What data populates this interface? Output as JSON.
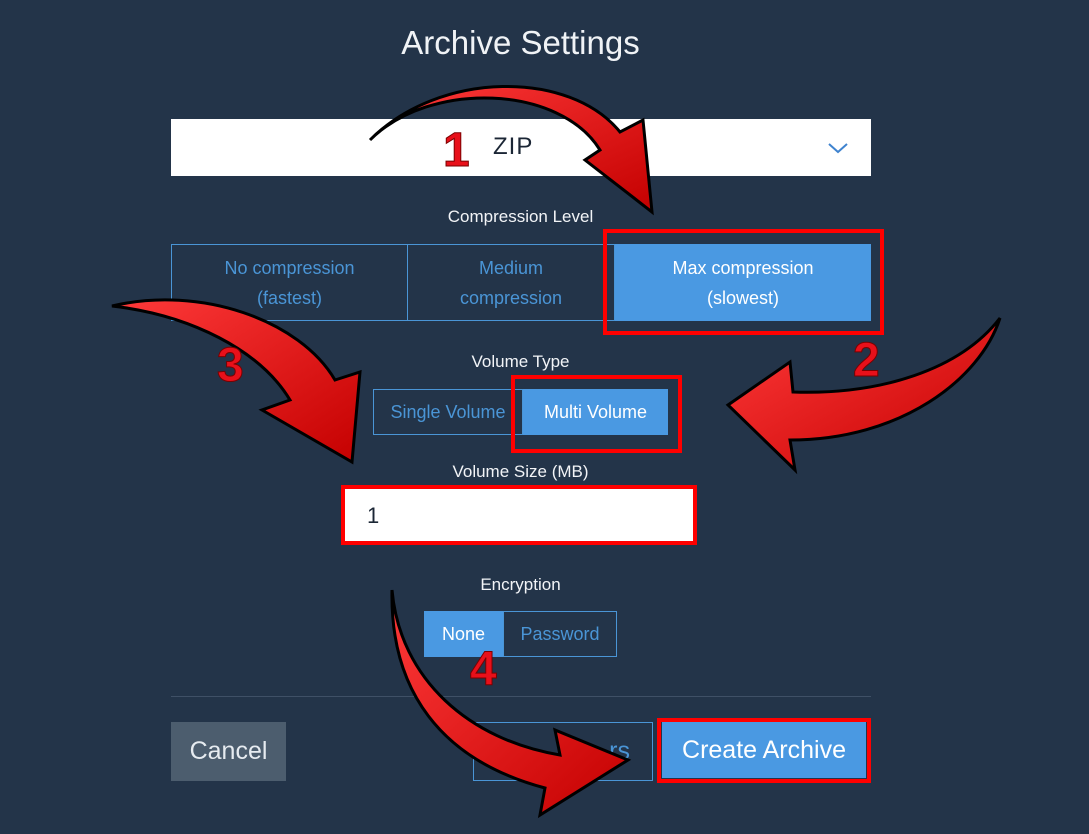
{
  "title": "Archive Settings",
  "format_select": {
    "value": "ZIP",
    "icon": "chevron-down-icon"
  },
  "compression": {
    "label": "Compression Level",
    "options": [
      {
        "line1": "No compression",
        "line2": "(fastest)",
        "active": false
      },
      {
        "line1": "Medium",
        "line2": "compression",
        "active": false
      },
      {
        "line1": "Max compression",
        "line2": "(slowest)",
        "active": true
      }
    ]
  },
  "volume_type": {
    "label": "Volume Type",
    "options": [
      {
        "label": "Single Volume",
        "active": false
      },
      {
        "label": "Multi Volume",
        "active": true
      }
    ]
  },
  "volume_size": {
    "label": "Volume Size (MB)",
    "value": "1"
  },
  "encryption": {
    "label": "Encryption",
    "options": [
      {
        "label": "None",
        "active": true
      },
      {
        "label": "Password",
        "active": false
      }
    ]
  },
  "footer": {
    "cancel": "Cancel",
    "ghost_visible_fragment": "rs",
    "create": "Create Archive"
  },
  "annotations": {
    "steps": [
      "1",
      "2",
      "3",
      "4"
    ],
    "color": "#ff0000"
  },
  "colors": {
    "background": "#233449",
    "accent": "#4a99e2",
    "highlight": "#ff0000"
  }
}
